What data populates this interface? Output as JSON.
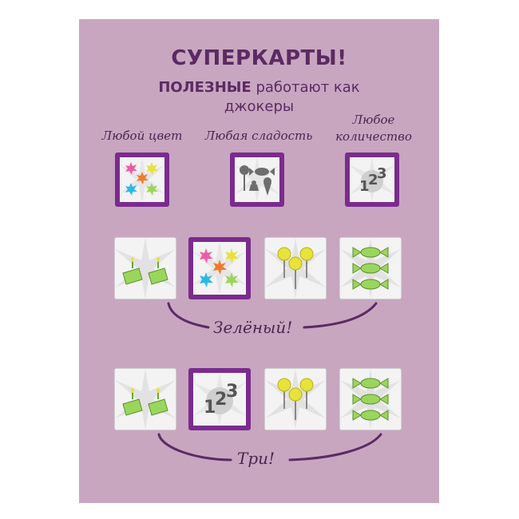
{
  "header": {
    "title": "СУПЕРКАРТЫ!",
    "subtitle_bold": "ПОЛЕЗНЫЕ",
    "subtitle_rest": " работают как",
    "subtitle_line2": "джокеры"
  },
  "top_labels": {
    "any_color": "Любой цвет",
    "any_sweet": "Любая сладость",
    "any_count_line1": "Любое",
    "any_count_line2": "количество"
  },
  "examples": {
    "green_label": "Зелёный!",
    "three_label": "Три!"
  },
  "colors": {
    "background": "#c8a6c0",
    "heading": "#5b2a63",
    "frame": "#7b2b8e",
    "green": "#9bd65c",
    "yellow": "#e8e23a",
    "pink": "#f05aa6",
    "cyan": "#27b9e8",
    "orange": "#f07a2a"
  }
}
